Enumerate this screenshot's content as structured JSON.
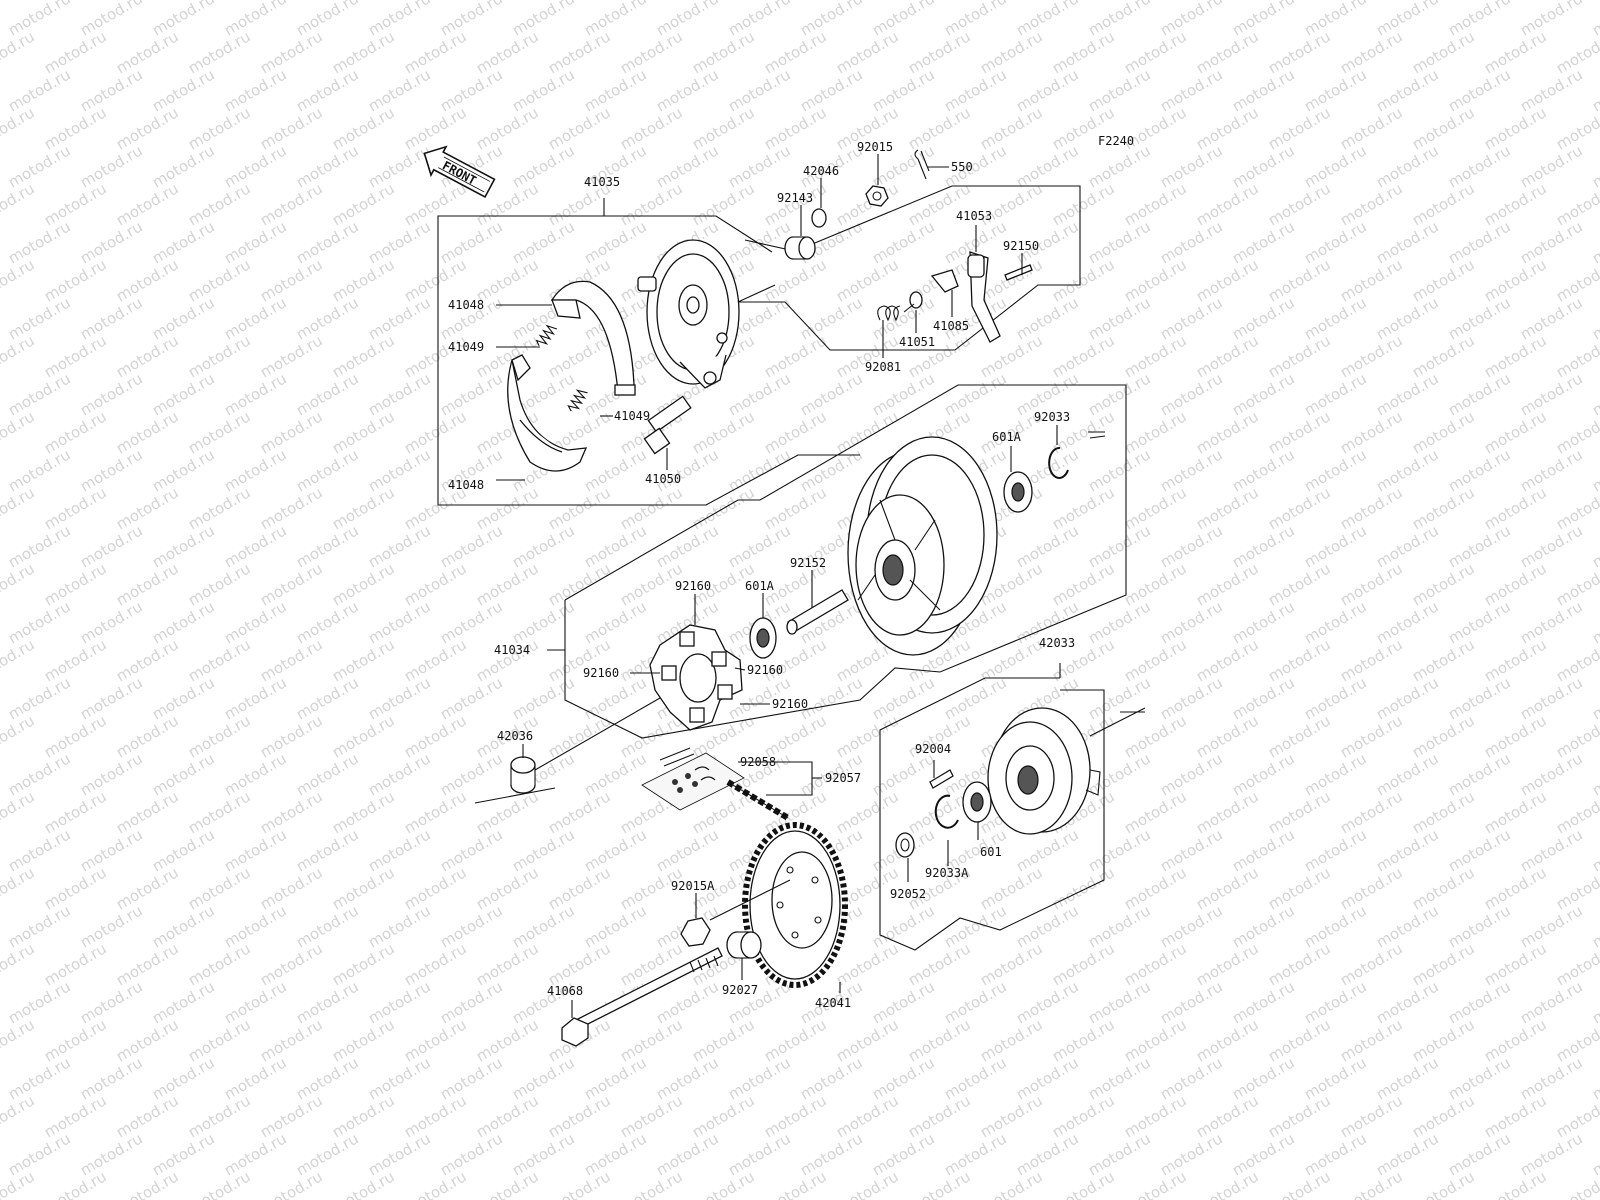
{
  "diagram_code": "F2240",
  "front_label": "FRONT",
  "watermark": "motod.ru",
  "labels": {
    "p550": "550",
    "p92015": "92015",
    "p42046": "42046",
    "p92143": "92143",
    "p41035": "41035",
    "p41053": "41053",
    "p92150": "92150",
    "p41048a": "41048",
    "p41049a": "41049",
    "p41049b": "41049",
    "p41048b": "41048",
    "p41050": "41050",
    "p92081": "92081",
    "p41051": "41051",
    "p41085": "41085",
    "p601A_a": "601A",
    "p92033": "92033",
    "p92152": "92152",
    "p92160a": "92160",
    "p601A_b": "601A",
    "p41034": "41034",
    "p92160b": "92160",
    "p92160c": "92160",
    "p92160d": "92160",
    "p42036": "42036",
    "p42033": "42033",
    "p92004": "92004",
    "p92058": "92058",
    "p92057": "92057",
    "p601": "601",
    "p92033A": "92033A",
    "p92052": "92052",
    "p92015A": "92015A",
    "p92027": "92027",
    "p42041": "42041",
    "p41068": "41068"
  }
}
